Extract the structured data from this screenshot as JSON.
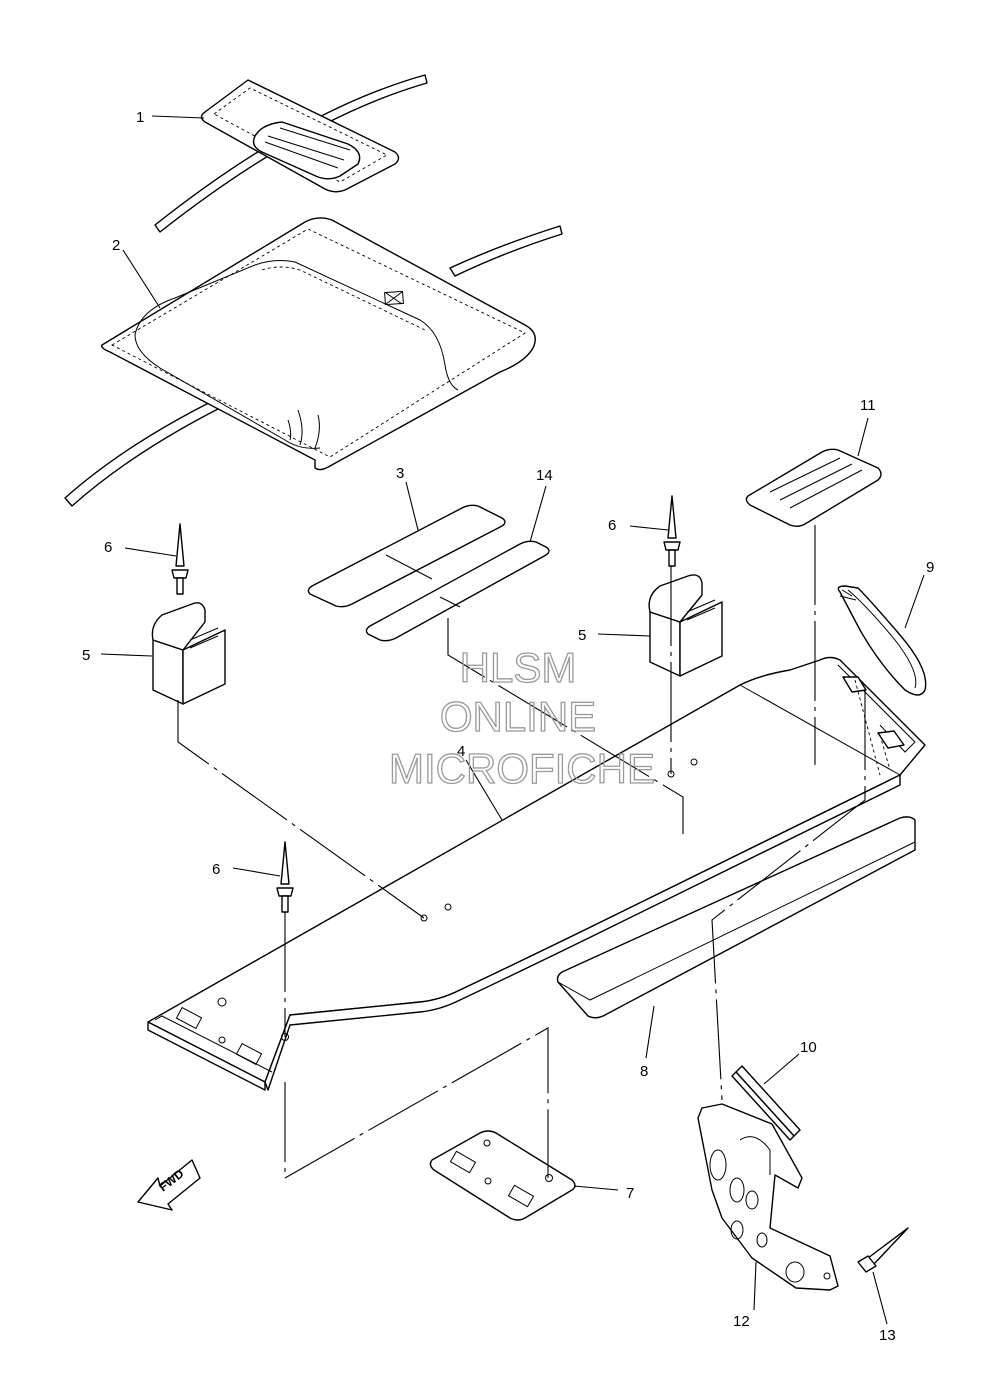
{
  "watermark": {
    "line1": "HLSM",
    "line2": "ONLINE",
    "line3": "MICROFICHE"
  },
  "fwd_label": "FWD",
  "callouts": [
    {
      "key": "1",
      "text": "1"
    },
    {
      "key": "2",
      "text": "2"
    },
    {
      "key": "3",
      "text": "3"
    },
    {
      "key": "4",
      "text": "4"
    },
    {
      "key": "5a",
      "text": "5"
    },
    {
      "key": "5b",
      "text": "5"
    },
    {
      "key": "6a",
      "text": "6"
    },
    {
      "key": "6b",
      "text": "6"
    },
    {
      "key": "6c",
      "text": "6"
    },
    {
      "key": "7",
      "text": "7"
    },
    {
      "key": "8",
      "text": "8"
    },
    {
      "key": "9",
      "text": "9"
    },
    {
      "key": "10",
      "text": "10"
    },
    {
      "key": "11",
      "text": "11"
    },
    {
      "key": "12",
      "text": "12"
    },
    {
      "key": "13",
      "text": "13"
    },
    {
      "key": "14",
      "text": "14"
    }
  ]
}
